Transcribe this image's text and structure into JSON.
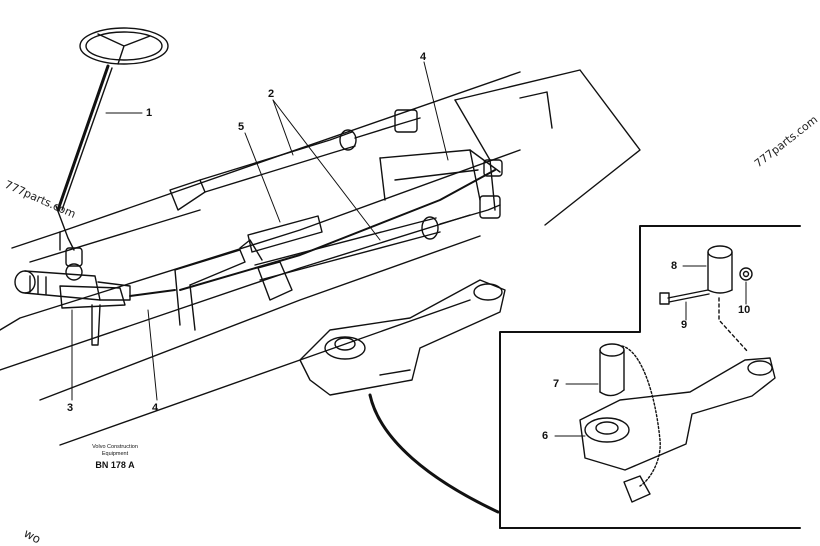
{
  "watermarks": {
    "left": "777parts.com",
    "right": "777parts.com",
    "bottom": "wo"
  },
  "credit": {
    "line1": "Volvo Construction",
    "line2": "Equipment",
    "code": "BN 178 A"
  },
  "callouts": {
    "c1": "1",
    "c2": "2",
    "c3": "3",
    "c4_top": "4",
    "c4_bottom": "4",
    "c5": "5",
    "c6": "6",
    "c7": "7",
    "c8": "8",
    "c9": "9",
    "c10": "10"
  }
}
